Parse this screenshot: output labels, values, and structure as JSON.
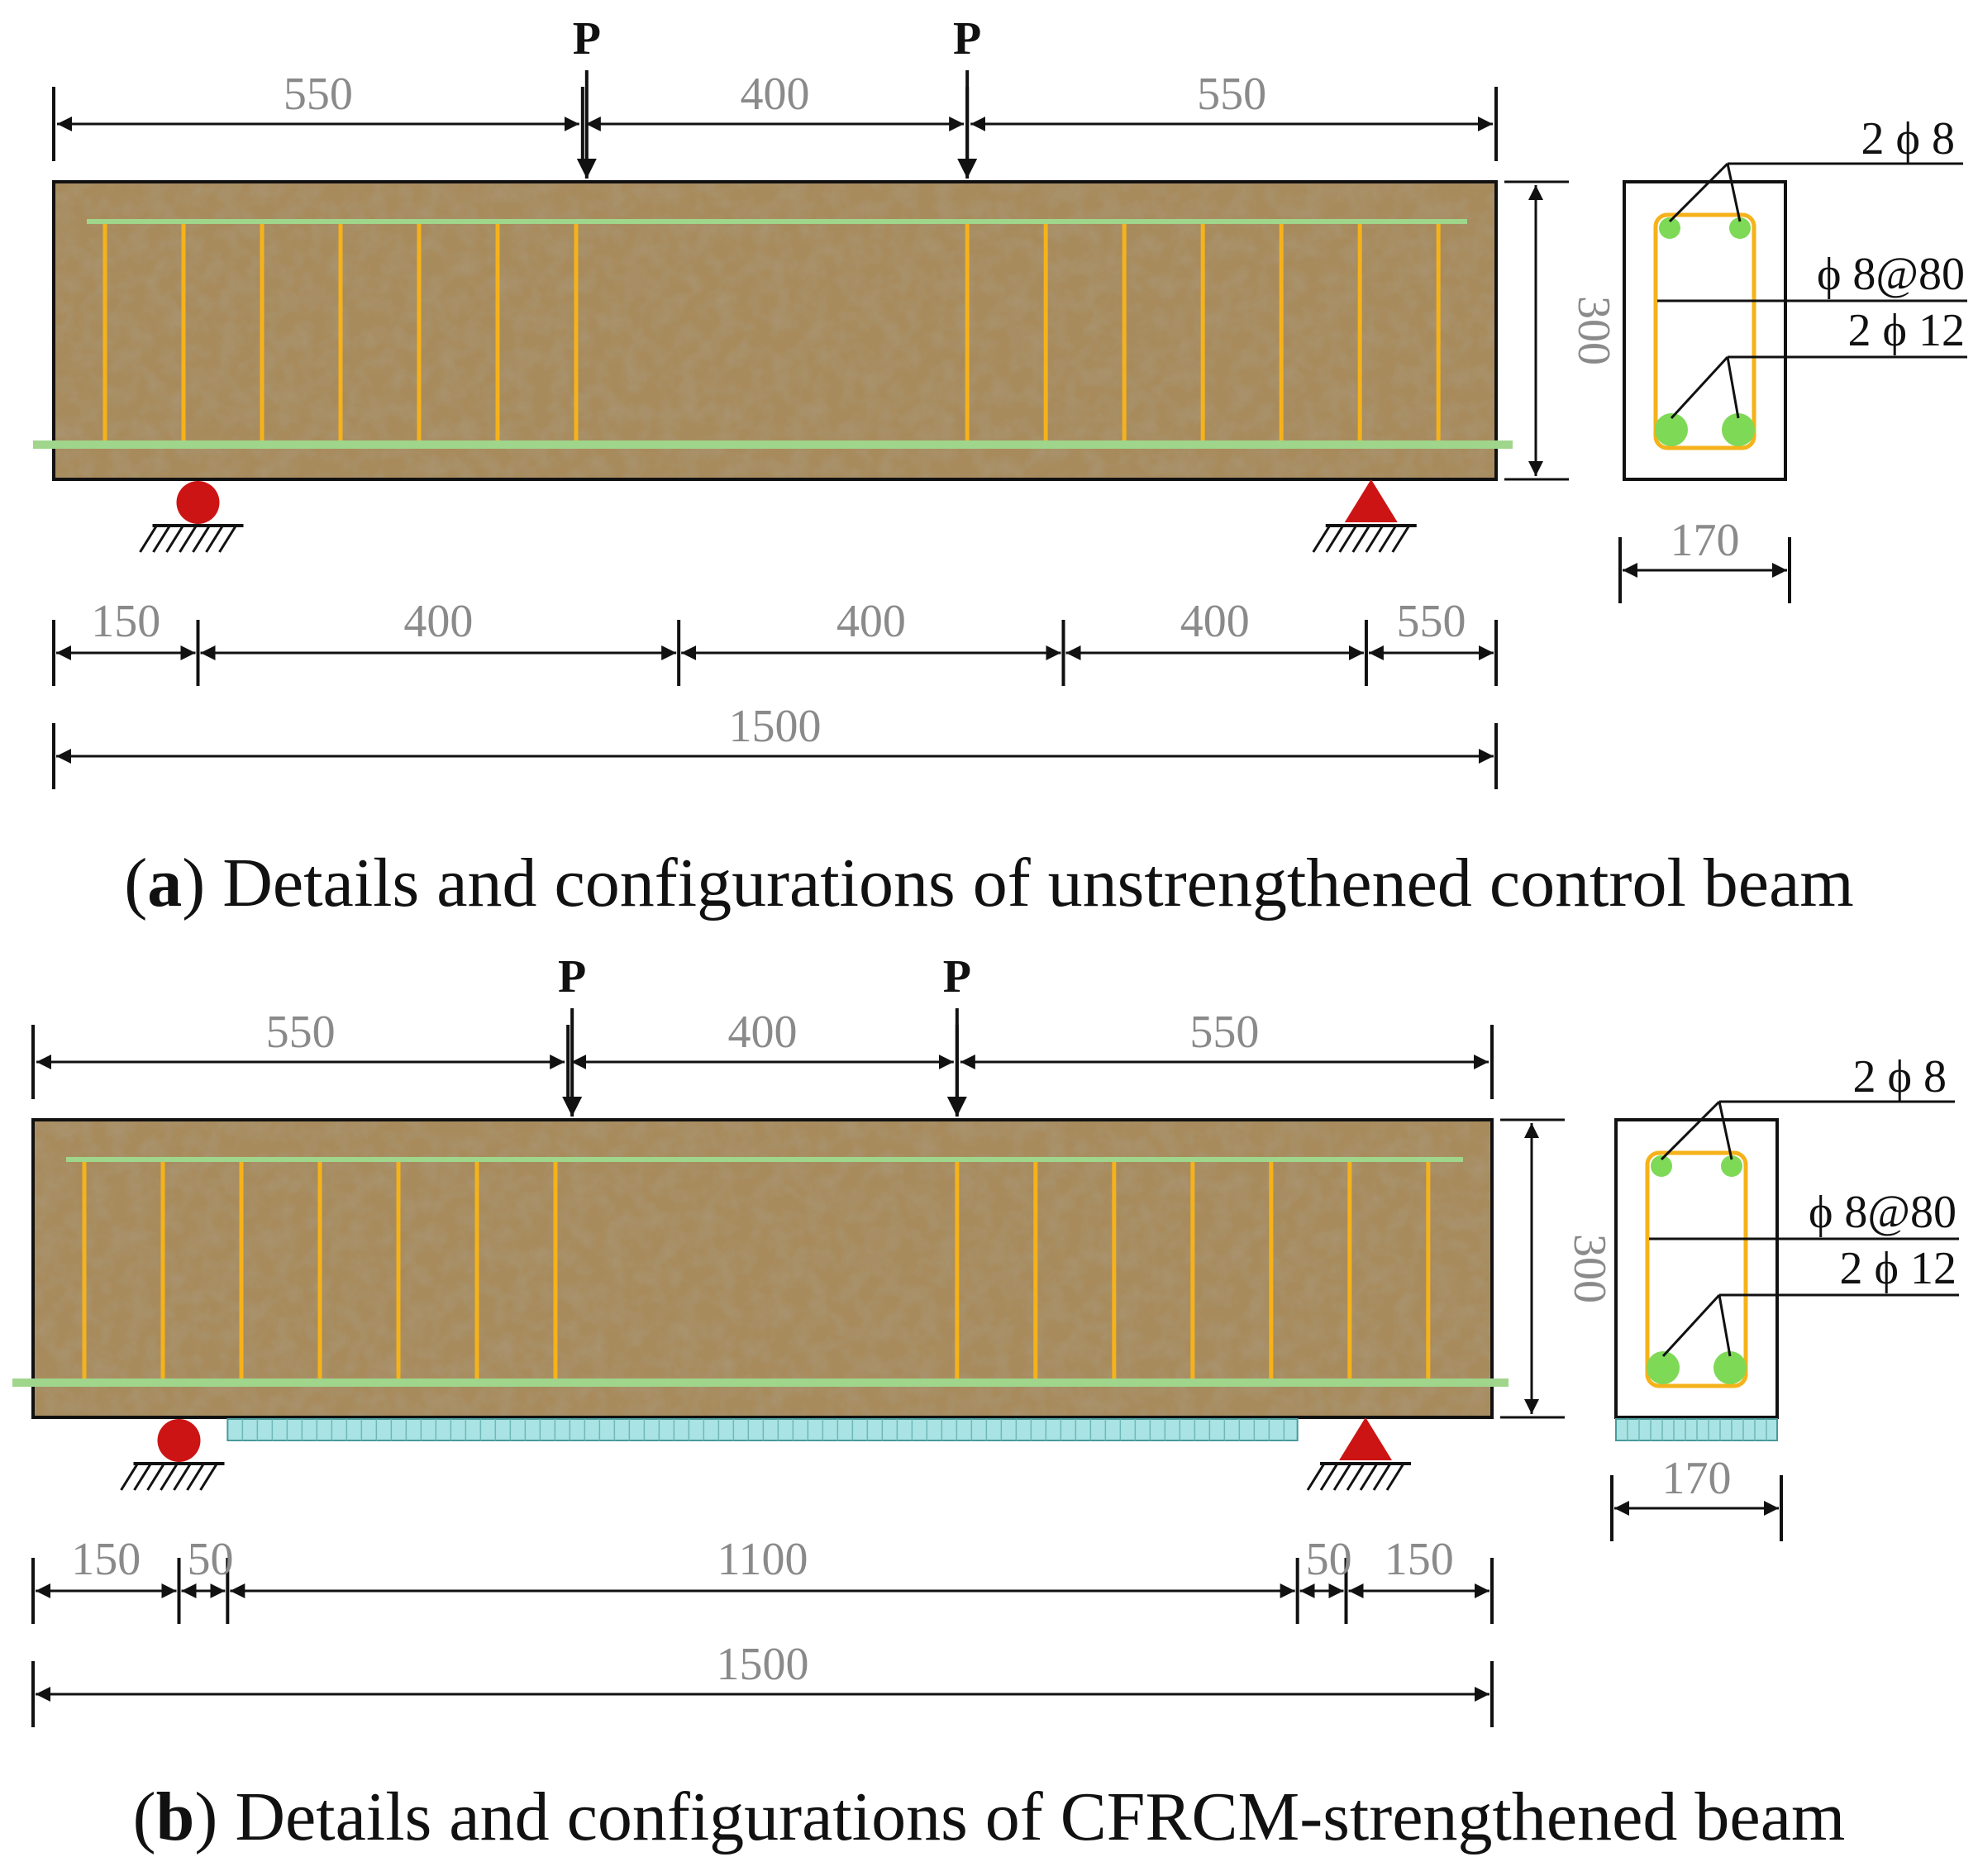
{
  "load_label": "P",
  "panels": [
    {
      "id": "a",
      "caption_letter": "a",
      "caption_text": "Details and configurations of unstrengthened control beam",
      "top_dims": [
        "550",
        "400",
        "550"
      ],
      "height_dim": "300",
      "width_dim": "170",
      "bottom_dims": [
        "150",
        "400",
        "400",
        "400",
        "550"
      ],
      "total_dim": "1500",
      "top_bars": "2 ϕ 8",
      "stirrups": "ϕ 8@80",
      "bottom_bars": "2 ϕ 12",
      "strengthened": false
    },
    {
      "id": "b",
      "caption_letter": "b",
      "caption_text": "Details and configurations of CFRCM-strengthened beam",
      "top_dims": [
        "550",
        "400",
        "550"
      ],
      "height_dim": "300",
      "width_dim": "170",
      "bottom_dims": [
        "150",
        "50",
        "1100",
        "50",
        "150"
      ],
      "total_dim": "1500",
      "top_bars": "2 ϕ 8",
      "stirrups": "ϕ 8@80",
      "bottom_bars": "2 ϕ 12",
      "strengthened": true
    }
  ],
  "colors": {
    "concrete": "#a88b5c",
    "stirrup": "#f5b21a",
    "long_bar": "#9fd68c",
    "rebar_dot": "#7ed957",
    "support": "#cc1414",
    "cfrcm": "#a9e3e3"
  }
}
